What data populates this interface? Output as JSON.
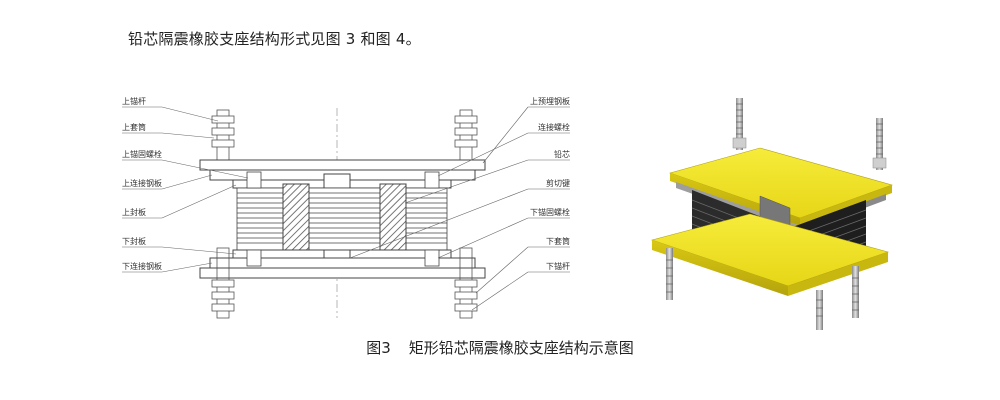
{
  "intro_text": "铅芯隔震橡胶支座结构形式见图 3 和图 4。",
  "figure3": {
    "labels_left": [
      "上锚杆",
      "上套筒",
      "上锚固螺栓",
      "上连接钢板",
      "上封板",
      "下封板",
      "下连接钢板"
    ],
    "labels_right": [
      "上预埋钢板",
      "连接螺栓",
      "铅芯",
      "剪切键",
      "下锚固螺栓",
      "下套筒",
      "下锚杆"
    ],
    "caption_number": "图3",
    "caption_text": "矩形铅芯隔震橡胶支座结构示意图"
  },
  "colors": {
    "plate_yellow": "#f2e21c",
    "rubber_dark": "#2a2a2a",
    "steel_grey": "#b9b9b9",
    "line": "#555555"
  }
}
